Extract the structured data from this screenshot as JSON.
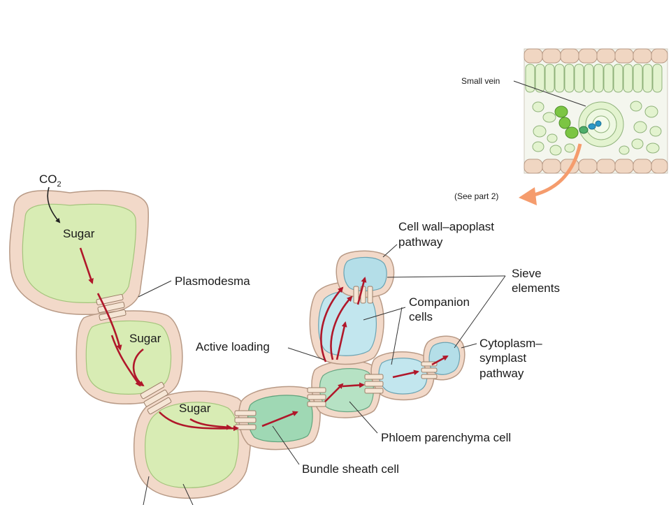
{
  "labels": {
    "co2": "CO",
    "co2_sub": "2",
    "sugar_1": "Sugar",
    "sugar_2": "Sugar",
    "sugar_3": "Sugar",
    "plasmodesma": "Plasmodesma",
    "active_loading": "Active loading",
    "apoplast_line1": "Cell wall–apoplast",
    "apoplast_line2": "pathway",
    "sieve_line1": "Sieve",
    "sieve_line2": "elements",
    "companion_line1": "Companion",
    "companion_line2": "cells",
    "symplast_line1": "Cytoplasm–",
    "symplast_line2": "symplast",
    "symplast_line3": "pathway",
    "phloem_parenchyma": "Phloem parenchyma cell",
    "bundle_sheath": "Bundle sheath cell",
    "small_vein": "Small vein",
    "see_part": "(See part 2)"
  },
  "colors": {
    "cell_wall": "#f2d9c9",
    "cell_wall_stroke": "#b89a86",
    "mesophyll": "#d8ecb4",
    "bundle_sheath": "#9fd8b4",
    "parenchyma": "#b6e2c4",
    "companion": "#c2e6ee",
    "sieve": "#b4dee8",
    "arrow": "#b0172a",
    "leaf_epidermis": "#f0d6c2",
    "leaf_cell": "#e3f3cf",
    "leaf_vein_green": "#7cc543",
    "leaf_vein_blue": "#2b98c7",
    "callout_orange": "#f59c6d"
  }
}
